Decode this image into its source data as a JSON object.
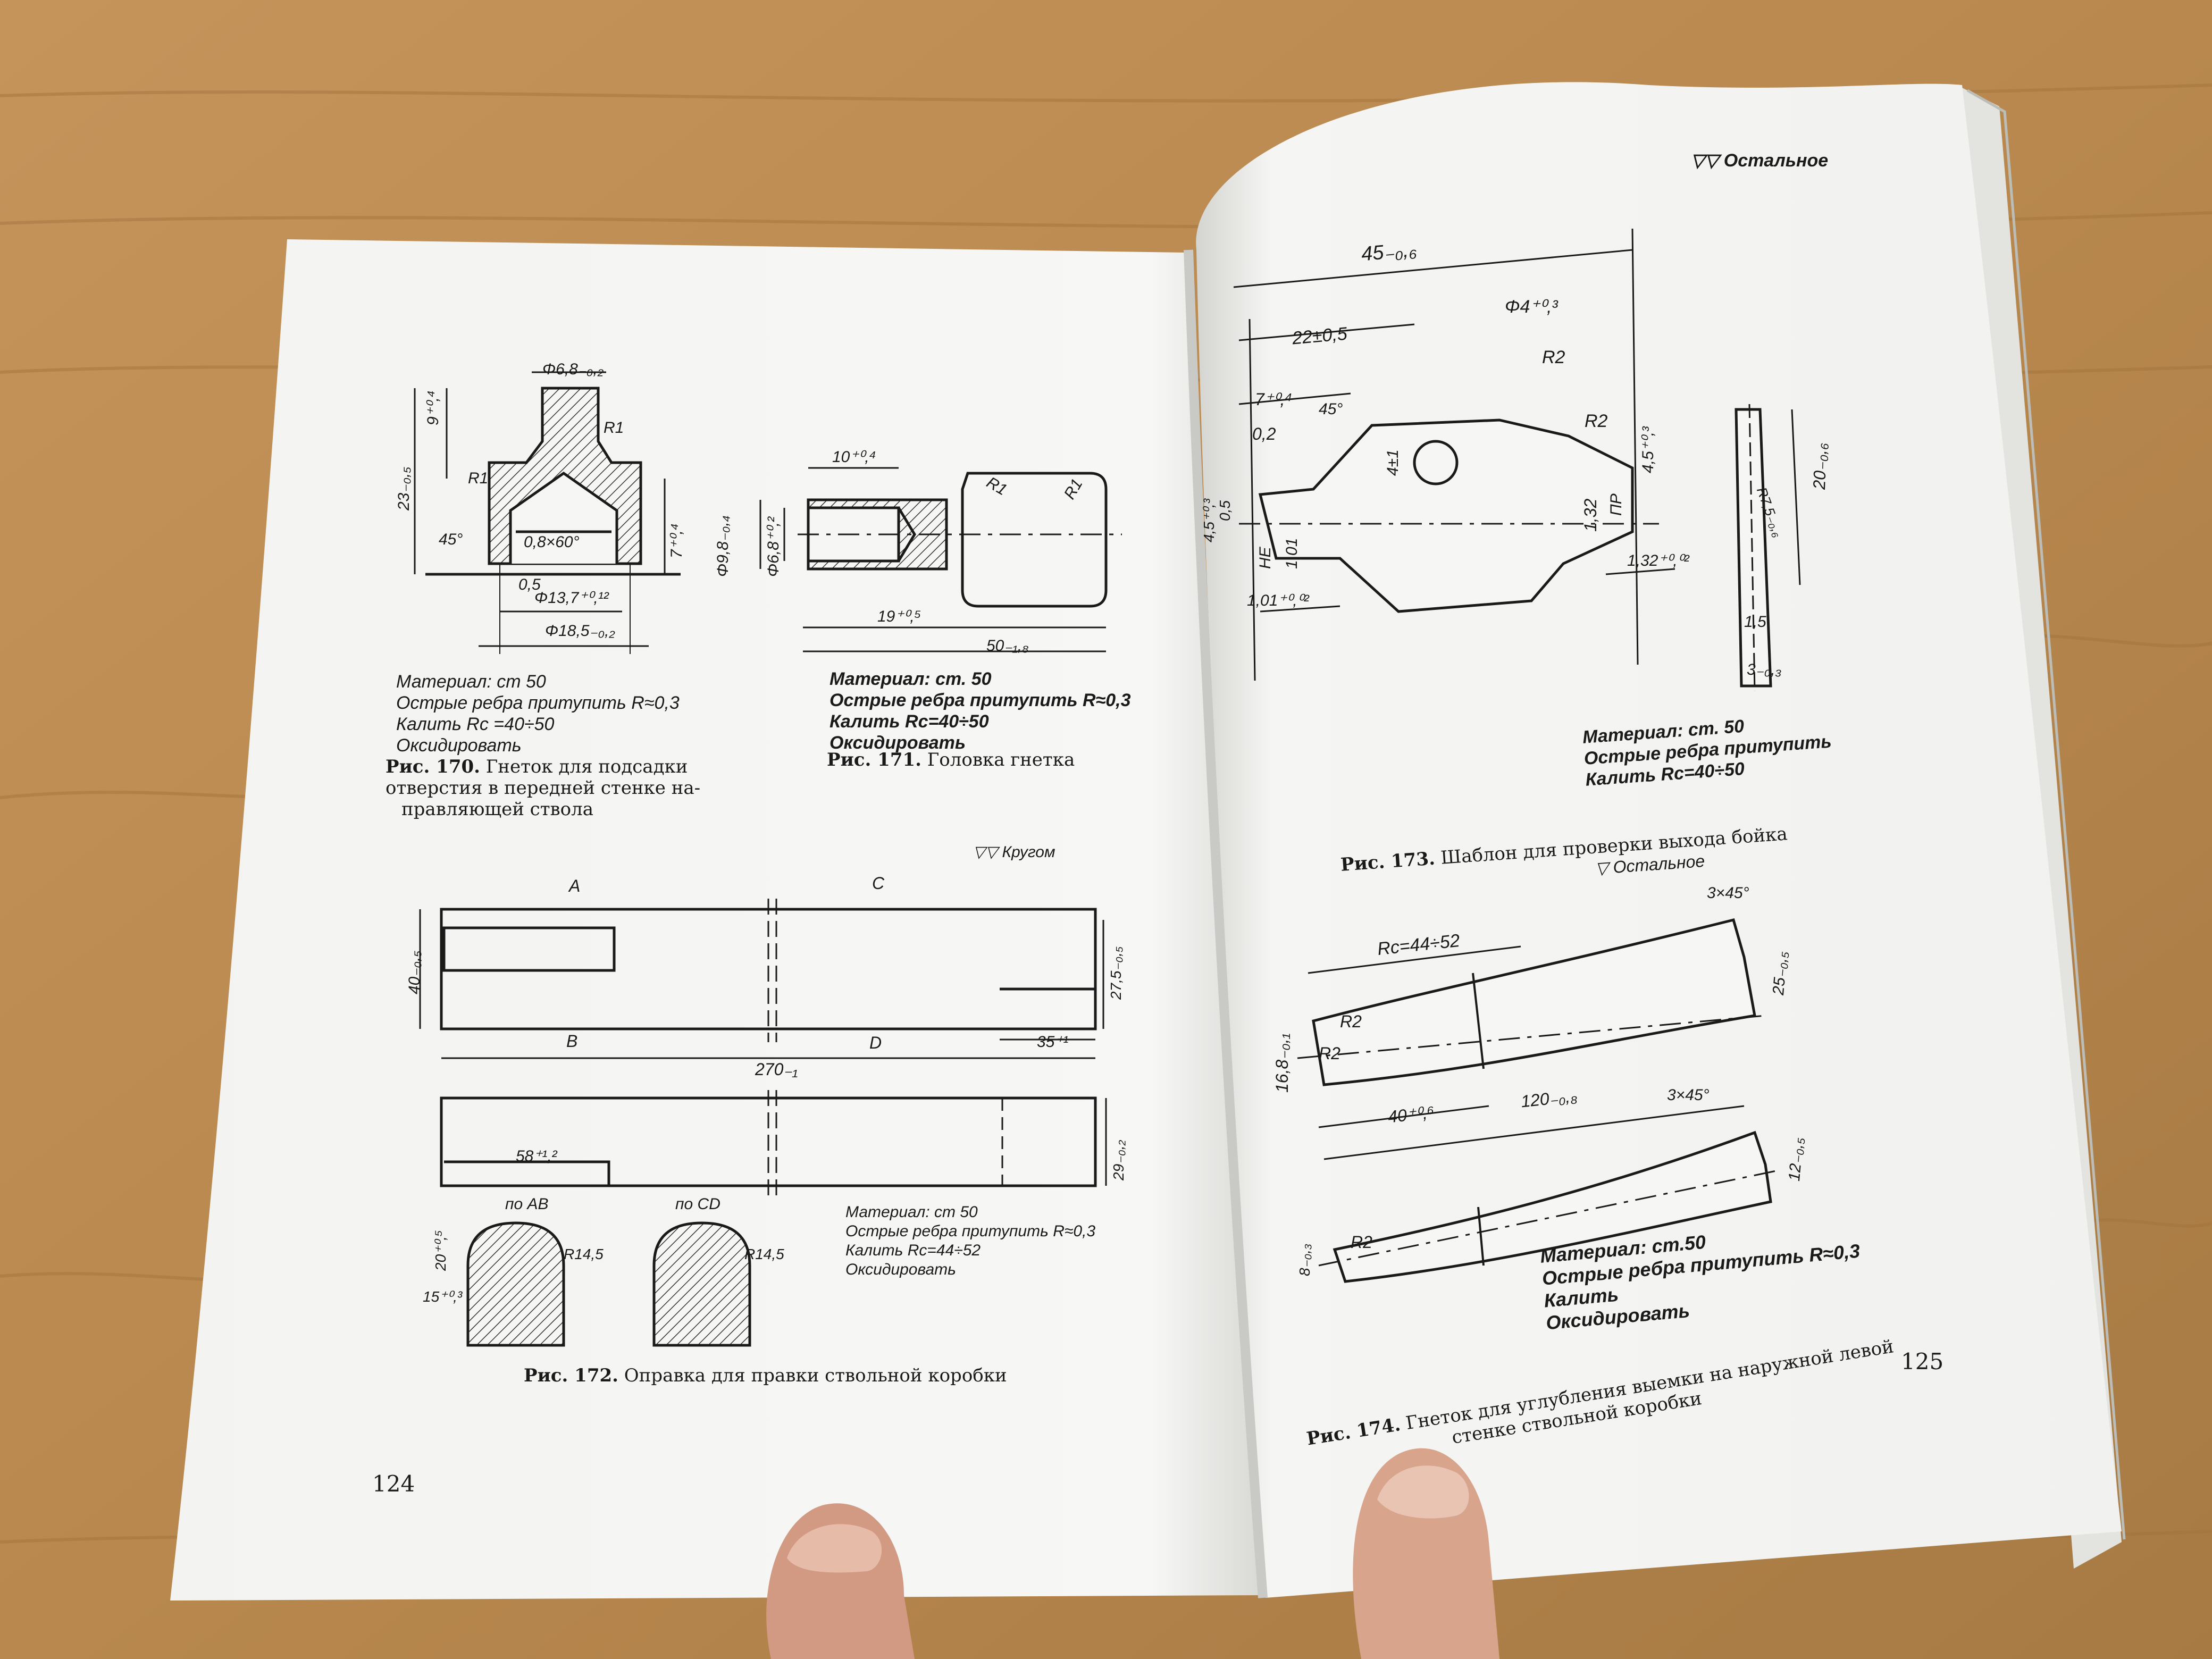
{
  "left_page": {
    "page_number": "124",
    "fig170": {
      "dims": {
        "d68": "Φ6,8₋₀,₂",
        "h9": "9⁺⁰,⁴",
        "h23": "23₋₀,₅",
        "h7": "7⁺⁰,⁴",
        "r1a": "R1",
        "r1b": "R1",
        "chamfer": "0,8×60°",
        "angle45": "45°",
        "d05": "0,5",
        "d137": "Φ13,7⁺⁰,¹²",
        "d185": "Φ18,5₋₀,₂"
      },
      "notes": [
        "Материал: ст 50",
        "Острые ребра притупить R≈0,3",
        "Калить Rc =40÷50",
        "Оксидировать"
      ],
      "caption_label": "Рис. 170.",
      "caption_text": "Гнеток для подсадки",
      "caption_line2": "отверстия в передней стенке на-",
      "caption_line3": "правляющей ствола"
    },
    "fig171": {
      "dims": {
        "l10": "10⁺⁰,⁴",
        "d98": "Φ9,8₋₀,₄",
        "d68": "Φ6,8⁺⁰,²",
        "r1a": "R1",
        "r1b": "R1",
        "l19": "19⁺⁰,⁵",
        "l50": "50₋₁,₈"
      },
      "notes": [
        "Материал: ст. 50",
        "Острые ребра притупить R≈0,3",
        "Калить Rc=40÷50",
        "Оксидировать"
      ],
      "caption_label": "Рис. 171.",
      "caption_text": "Головка гнетка"
    },
    "fig172": {
      "surface_mark": "▽▽ Кругом",
      "labels": {
        "a": "A",
        "b": "B",
        "c": "C",
        "d": "D"
      },
      "dims": {
        "h40": "40₋₀,₅",
        "h275": "27,5₋₀,₅",
        "l35": "35⁺¹",
        "l270": "270₋₁",
        "l58": "58⁺¹,²",
        "h29": "29₋₀,₂",
        "r145a": "R14,5",
        "r145b": "R14,5",
        "h20": "20⁺⁰,⁵",
        "h15": "15⁺⁰,³"
      },
      "section_ab": "по AB",
      "section_cd": "по CD",
      "notes": [
        "Материал: ст 50",
        "Острые ребра притупить R≈0,3",
        "Калить Rc=44÷52",
        "Оксидировать"
      ],
      "caption_label": "Рис. 172.",
      "caption_text": "Оправка для правки ствольной коробки"
    }
  },
  "right_page": {
    "page_number": "125",
    "surface_mark_top": "▽▽ Остальное",
    "fig173": {
      "dims": {
        "l45": "45₋₀,₆",
        "l22": "22±0,5",
        "d4": "Φ4⁺⁰,³",
        "r2a": "R2",
        "r2b": "R2",
        "l7": "7⁺⁰,⁴",
        "a45": "45°",
        "d02": "0,2",
        "h4": "4±1",
        "h45": "4,5⁺⁰,³",
        "p132": "1,32",
        "pr": "ПР",
        "ne": "НЕ",
        "n101": "1,01",
        "n101b": "1,01⁺⁰,⁰²",
        "n132b": "1,32⁺⁰,⁰²",
        "n05": "0,5",
        "n45b": "4,5⁺⁰,³",
        "side_h20": "20₋₀,₆",
        "side_r": "R7,5₋₀,₆",
        "side_15": "1,5",
        "side_3": "3₋₀,₃"
      },
      "notes": [
        "Материал: ст. 50",
        "Острые ребра притупить",
        "Калить Rc=40÷50"
      ],
      "caption_label": "Рис. 173.",
      "caption_text": "Шаблон для проверки выхода бойка"
    },
    "fig174": {
      "surface_mark": "▽ Остальное",
      "dims": {
        "c3x45a": "3×45°",
        "rc": "Rc=44÷52",
        "h25": "25₋₀,₅",
        "r2a": "R2",
        "r2b": "R2",
        "h168": "16,8₋₀,₁",
        "l120": "120₋₀,₈",
        "l40": "40⁺⁰,⁶",
        "c3x45b": "3×45°",
        "h12": "12₋₀,₅",
        "h8": "8₋₀,₃",
        "r2c": "R2"
      },
      "notes": [
        "Материал: ст.50",
        "Острые ребра притупить R≈0,3",
        "Калить",
        "Оксидировать"
      ],
      "caption_label": "Рис. 174.",
      "caption_text": "Гнеток для углубления выемки на наружной левой",
      "caption_line2": "стенке ствольной коробки"
    }
  },
  "colors": {
    "table_wood": "#b9894f",
    "paper": "#f6f6f4",
    "ink": "#1a1a1a",
    "skin": "#d8a48c"
  }
}
